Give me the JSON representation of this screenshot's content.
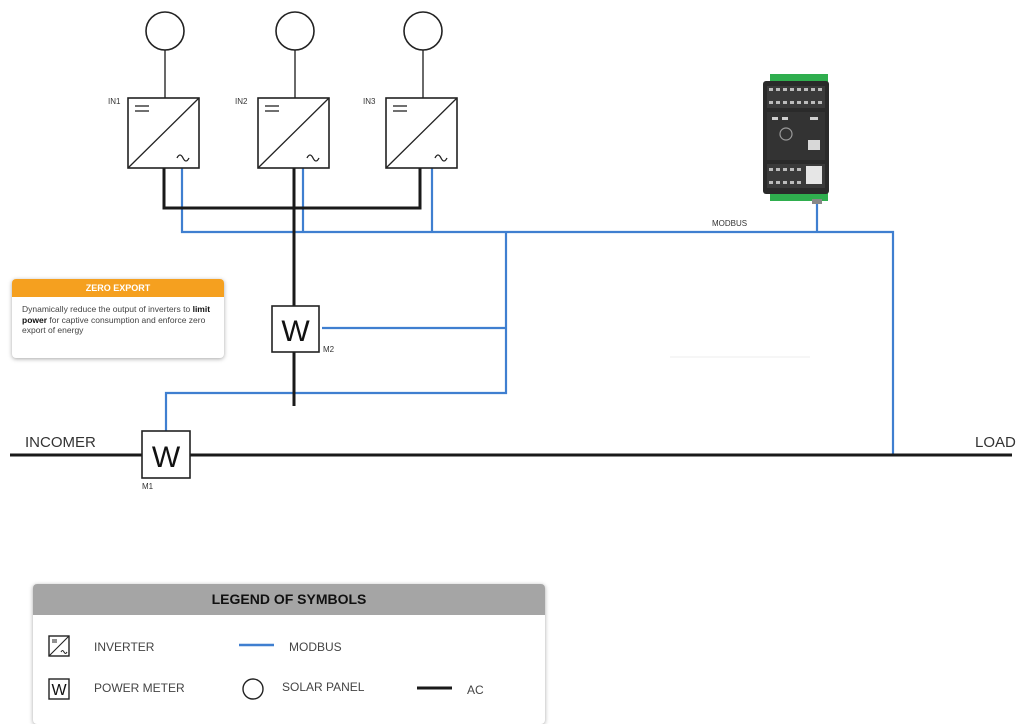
{
  "inverters": [
    {
      "label": "IN1"
    },
    {
      "label": "IN2"
    },
    {
      "label": "IN3"
    }
  ],
  "meters": [
    {
      "label": "M1",
      "glyph": "W"
    },
    {
      "label": "M2",
      "glyph": "W"
    }
  ],
  "bus": {
    "left_label": "INCOMER",
    "right_label": "LOAD",
    "modbus_label": "MODBUS"
  },
  "card": {
    "title": "ZERO EXPORT",
    "text_before": "Dynamically reduce the output of inverters to",
    "text_bold": "limit power",
    "text_after": "for captive consumption and enforce zero export of energy"
  },
  "legend": {
    "title": "LEGEND OF SYMBOLS",
    "inverter": "INVERTER",
    "modbus": "MODBUS",
    "power_meter": "POWER METER",
    "meter_glyph": "W",
    "solar_panel": "SOLAR PANEL",
    "ac": "AC"
  },
  "colors": {
    "modbus_line": "#3f7fd0",
    "ac_line": "#1a1a1a",
    "card_header": "#f5a01f",
    "legend_header": "#a5a5a5",
    "controller_terminal": "#2fae4e"
  },
  "icons": {
    "solar_panel": "circle-icon",
    "inverter": "inverter-icon",
    "meter": "power-meter-icon",
    "controller": "controller-device-icon"
  }
}
